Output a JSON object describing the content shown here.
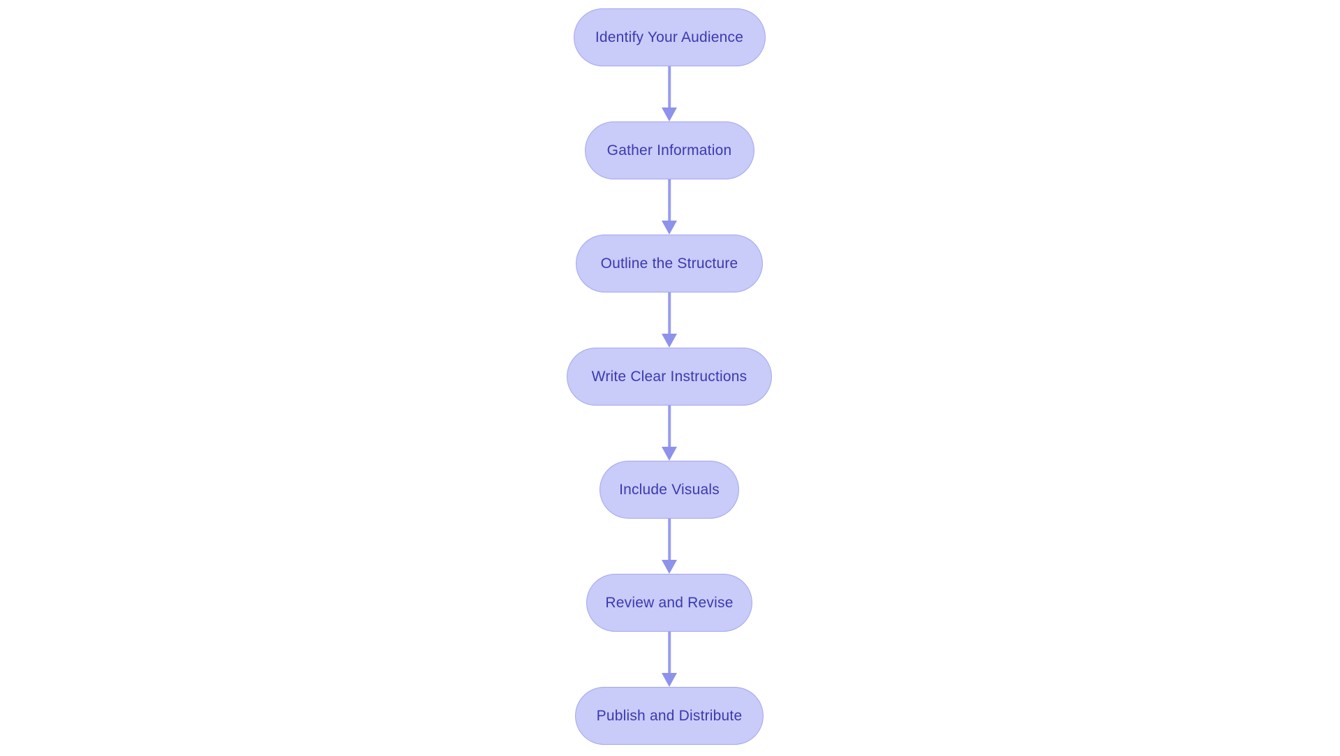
{
  "diagram": {
    "type": "flowchart",
    "direction": "top-down",
    "background": "#ffffff",
    "colors": {
      "node_fill": "#c9cbf8",
      "node_border": "#a3a7f2",
      "node_text": "#3a39b2",
      "arrow": "#979cef",
      "arrow_head": "#8d92ea"
    },
    "nodes": [
      {
        "label": "Identify Your Audience"
      },
      {
        "label": "Gather Information"
      },
      {
        "label": "Outline the Structure"
      },
      {
        "label": "Write Clear Instructions"
      },
      {
        "label": "Include Visuals"
      },
      {
        "label": "Review and Revise"
      },
      {
        "label": "Publish and Distribute"
      }
    ],
    "edges": [
      {
        "from": "Identify Your Audience",
        "to": "Gather Information"
      },
      {
        "from": "Gather Information",
        "to": "Outline the Structure"
      },
      {
        "from": "Outline the Structure",
        "to": "Write Clear Instructions"
      },
      {
        "from": "Write Clear Instructions",
        "to": "Include Visuals"
      },
      {
        "from": "Include Visuals",
        "to": "Review and Revise"
      },
      {
        "from": "Review and Revise",
        "to": "Publish and Distribute"
      }
    ]
  }
}
